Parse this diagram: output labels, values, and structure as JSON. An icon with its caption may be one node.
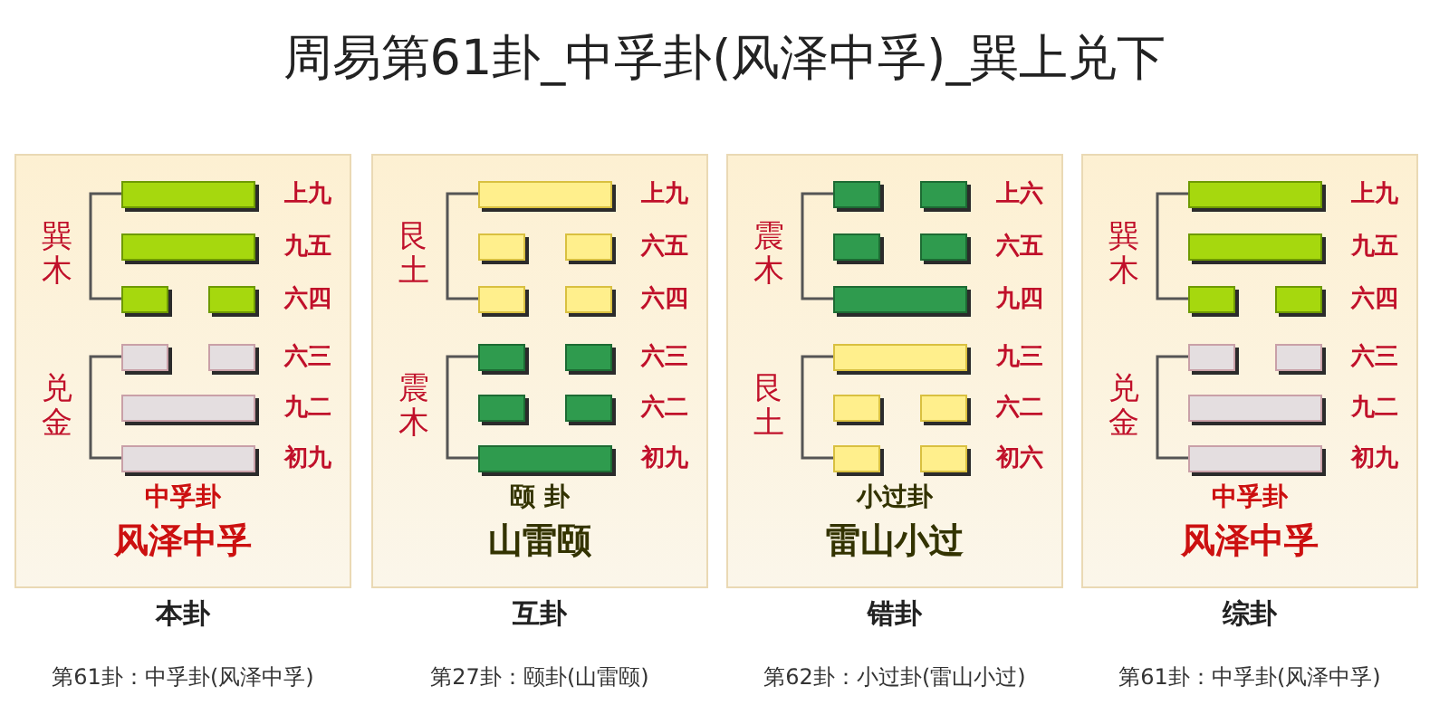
{
  "diagram": {
    "title": "周易第61卦_中孚卦(风泽中孚)_巽上兑下",
    "nodes": [
      {
        "text": [
          "巽木",
          "兑金",
          "上九",
          "九五",
          "六四",
          "六三",
          "九二",
          "初九",
          "中孚卦",
          "风泽中孚"
        ],
        "beside": [
          "本卦",
          "第61卦：中孚卦(风泽中孚)"
        ]
      },
      {
        "text": [],
        "shape": "bar",
        "in": 0
      },
      {
        "text": [],
        "shape": "bar",
        "in": 0
      },
      {
        "text": [],
        "shape": "bar",
        "in": 0
      },
      {
        "text": [],
        "shape": "bar",
        "in": 0
      },
      {
        "text": [],
        "shape": "bar",
        "in": 0
      },
      {
        "text": [],
        "shape": "bar",
        "in": 0
      },
      {
        "text": [],
        "shape": "bar",
        "in": 0
      },
      {
        "text": [],
        "shape": "bar",
        "in": 0
      },
      {
        "text": [
          "艮土",
          "震木",
          "上九",
          "六五",
          "六四",
          "六三",
          "六二",
          "初九",
          "颐 卦",
          "山雷颐"
        ],
        "beside": [
          "互卦",
          "第27卦：颐卦(山雷颐)"
        ]
      },
      {
        "text": [],
        "shape": "bar",
        "in": 9
      },
      {
        "text": [],
        "shape": "bar",
        "in": 9
      },
      {
        "text": [],
        "shape": "bar",
        "in": 9
      },
      {
        "text": [],
        "shape": "bar",
        "in": 9
      },
      {
        "text": [],
        "shape": "bar",
        "in": 9
      },
      {
        "text": [],
        "shape": "bar",
        "in": 9
      },
      {
        "text": [],
        "shape": "bar",
        "in": 9
      },
      {
        "text": [],
        "shape": "bar",
        "in": 9
      },
      {
        "text": [],
        "shape": "bar",
        "in": 9
      },
      {
        "text": [],
        "shape": "bar",
        "in": 9
      },
      {
        "text": [
          "震木",
          "艮土",
          "上六",
          "六五",
          "九四",
          "九三",
          "六二",
          "初六",
          "小过卦",
          "雷山小过"
        ],
        "beside": [
          "错卦",
          "第62卦：小过卦(雷山小过)"
        ]
      },
      {
        "text": [],
        "shape": "bar",
        "in": 20
      },
      {
        "text": [],
        "shape": "bar",
        "in": 20
      },
      {
        "text": [],
        "shape": "bar",
        "in": 20
      },
      {
        "text": [],
        "shape": "bar",
        "in": 20
      },
      {
        "text": [],
        "shape": "bar",
        "in": 20
      },
      {
        "text": [],
        "shape": "bar",
        "in": 20
      },
      {
        "text": [],
        "shape": "bar",
        "in": 20
      },
      {
        "text": [],
        "shape": "bar",
        "in": 20
      },
      {
        "text": [],
        "shape": "bar",
        "in": 20
      },
      {
        "text": [],
        "shape": "bar",
        "in": 20
      },
      {
        "text": [
          "巽木",
          "兑金",
          "上九",
          "九五",
          "六四",
          "六三",
          "九二",
          "初九",
          "中孚卦",
          "风泽中孚"
        ],
        "beside": [
          "综卦",
          "第61卦：中孚卦(风泽中孚)"
        ]
      },
      {
        "text": [],
        "shape": "bar",
        "in": 31
      },
      {
        "text": [],
        "shape": "bar",
        "in": 31
      },
      {
        "text": [],
        "shape": "bar",
        "in": 31
      },
      {
        "text": [],
        "shape": "bar",
        "in": 31
      },
      {
        "text": [],
        "shape": "bar",
        "in": 31
      },
      {
        "text": [],
        "shape": "bar",
        "in": 31
      },
      {
        "text": [],
        "shape": "bar",
        "in": 31
      },
      {
        "text": [],
        "shape": "bar",
        "in": 31
      }
    ]
  }
}
